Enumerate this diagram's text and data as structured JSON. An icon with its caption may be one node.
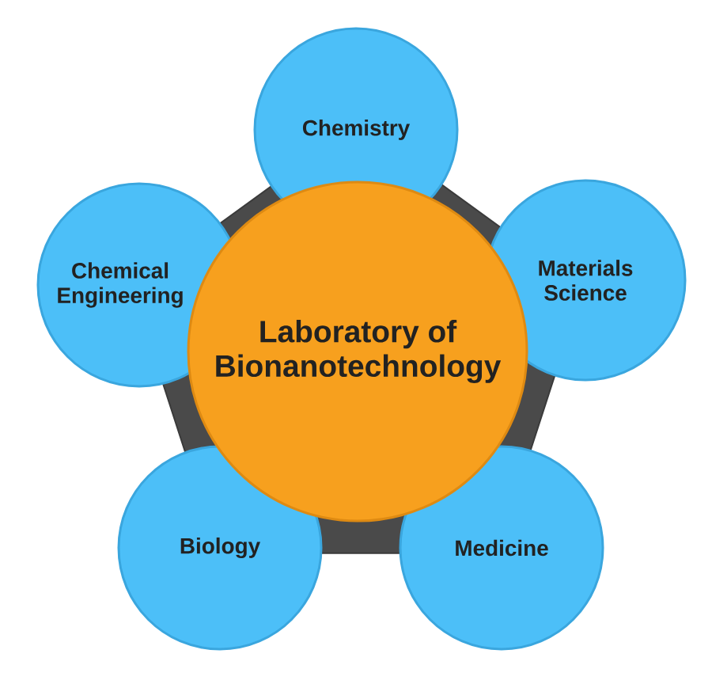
{
  "diagram": {
    "nodes": [
      {
        "text": [
          "Chemistry"
        ]
      },
      {
        "text": [
          "Chemical Engineering"
        ]
      },
      {
        "text": [
          "Materials Science"
        ]
      },
      {
        "text": [
          "Laboratory of Bionanotechnology"
        ]
      },
      {
        "text": [
          "Biology"
        ]
      },
      {
        "text": [
          "Medicine"
        ]
      }
    ]
  }
}
